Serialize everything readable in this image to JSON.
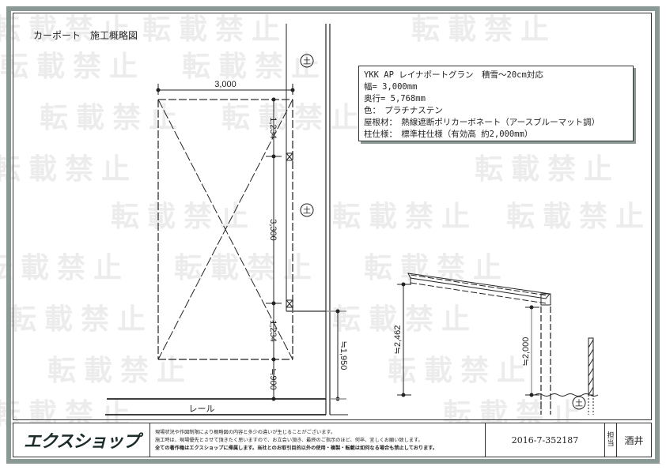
{
  "drawing": {
    "title": "カーポート　施工概略図",
    "watermark": "転載禁止",
    "plan": {
      "width_label": "3,000",
      "dim_top": "1,234",
      "dim_middle": "3,300",
      "dim_bottom": "1,234",
      "dim_front": "≒900",
      "dim_gap": "≒1,950",
      "rail_label": "レール",
      "ground_symbol": "土"
    },
    "elevation": {
      "height_rear": "≒2,462",
      "height_clear": "≒2,000",
      "ground_symbol": "土"
    }
  },
  "spec": {
    "lines": [
      "YKK AP レイナポートグラン　積雪～20cm対応",
      "幅= 3,000mm",
      "奥行= 5,768mm",
      "色：　プラチナステン",
      "屋根材：　熱線遮断ポリカーボネート（アースブルーマット調）",
      "柱仕様：　標準柱仕様（有効高 約2,000mm）"
    ]
  },
  "footer": {
    "logo": "エクスショップ",
    "notes": [
      "現場状況や作図制限により概略図の内容と多少の違いが生じることがございます。",
      "施工時は、現場優先とさせて頂きたく思いますので、お立会い頂き、最終のご指示のほど、何卒、宜しくお願い致します。",
      "全ての著作権はエクスショップに帰属します。当社とのお取引目的以外の使用・複製・転載は如何なる場合も禁止しております。"
    ],
    "document_number": "2016-7-352187",
    "tanto_label_1": "担",
    "tanto_label_2": "当",
    "tanto_name": "酒井"
  }
}
